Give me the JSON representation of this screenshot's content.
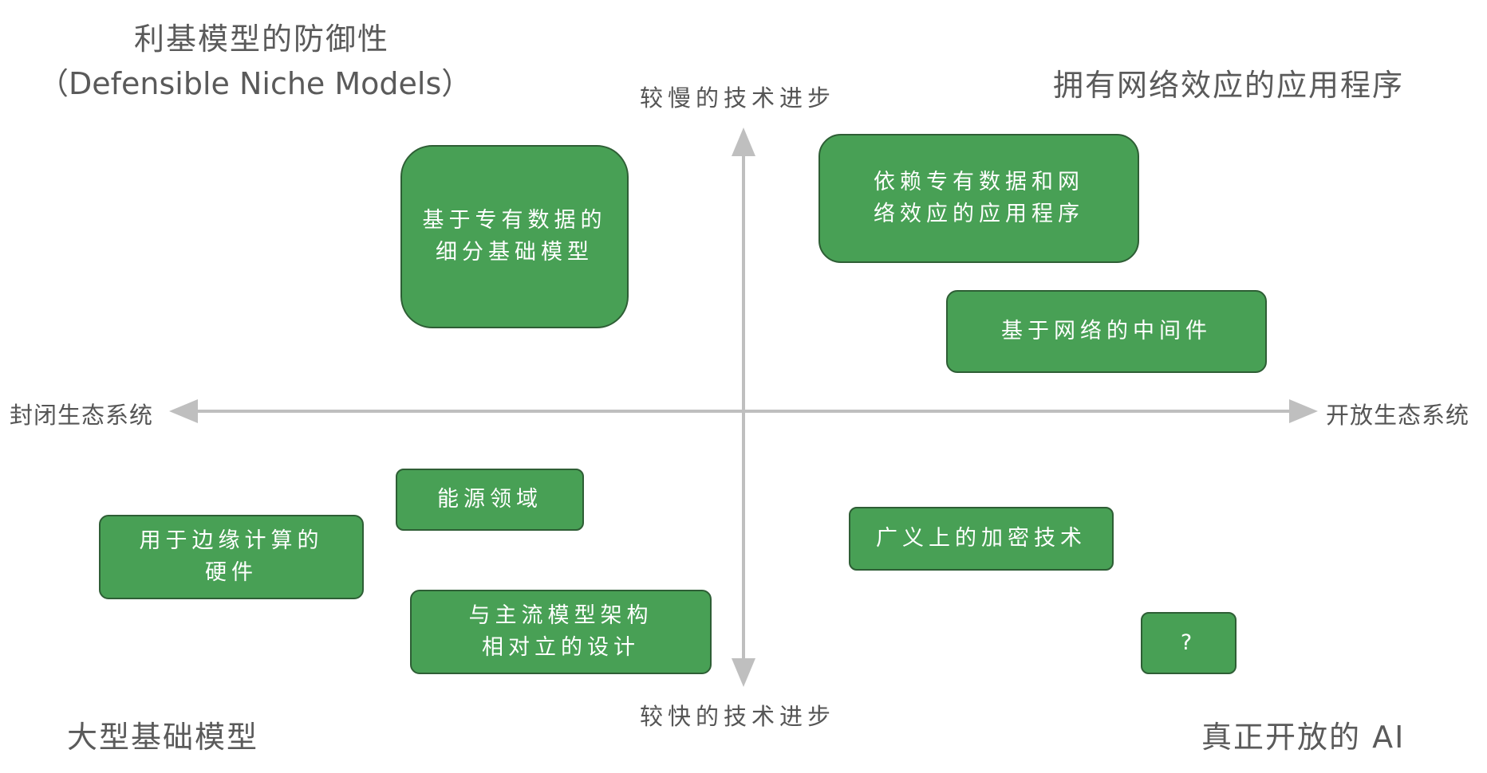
{
  "quadrants": {
    "top_left_title": "利基模型的防御性",
    "top_left_subtitle": "（Defensible Niche Models）",
    "top_right_title": "拥有网络效应的应用程序",
    "bottom_left_title": "大型基础模型",
    "bottom_right_title": "真正开放的 AI"
  },
  "axes": {
    "top": "较慢的技术进步",
    "bottom": "较快的技术进步",
    "left": "封闭生态系统",
    "right": "开放生态系统",
    "line_color": "#bfbfbf"
  },
  "boxes": {
    "proprietary_niche": [
      "基于专有数据的",
      "细分基础模型"
    ],
    "network_apps": [
      "依赖专有数据和网",
      "络效应的应用程序"
    ],
    "network_middleware": [
      "基于网络的中间件"
    ],
    "energy": [
      "能源领域"
    ],
    "edge_hardware": [
      "用于边缘计算的",
      "硬件"
    ],
    "alt_arch": [
      "与主流模型架构",
      "相对立的设计"
    ],
    "crypto": [
      "广义上的加密技术"
    ],
    "unknown": [
      "?"
    ]
  },
  "colors": {
    "box_fill": "#48a055",
    "box_border": "#2e5e35",
    "box_text": "#ffffff"
  }
}
